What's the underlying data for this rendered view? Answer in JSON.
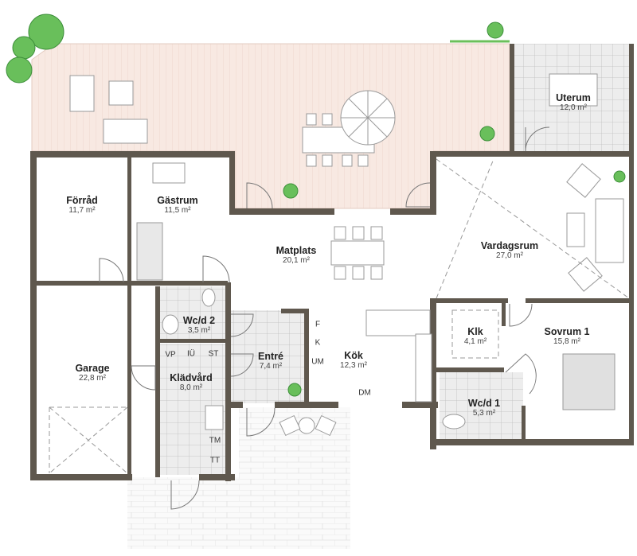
{
  "rooms": {
    "forrad": {
      "name": "Förråd",
      "area": "11,7 m²"
    },
    "gastrum": {
      "name": "Gästrum",
      "area": "11,5 m²"
    },
    "matplats": {
      "name": "Matplats",
      "area": "20,1 m²"
    },
    "vardagsrum": {
      "name": "Vardagsrum",
      "area": "27,0 m²"
    },
    "uterum": {
      "name": "Uterum",
      "area": "12,0 m²"
    },
    "wcd2": {
      "name": "Wc/d 2",
      "area": "3,5 m²"
    },
    "entre": {
      "name": "Entré",
      "area": "7,4 m²"
    },
    "kok": {
      "name": "Kök",
      "area": "12,3 m²"
    },
    "klk": {
      "name": "Klk",
      "area": "4,1 m²"
    },
    "sovrum1": {
      "name": "Sovrum 1",
      "area": "15,8 m²"
    },
    "garage": {
      "name": "Garage",
      "area": "22,8 m²"
    },
    "kladvard": {
      "name": "Klädvård",
      "area": "8,0 m²"
    },
    "wcd1": {
      "name": "Wc/d 1",
      "area": "5,3 m²"
    }
  },
  "fixtures": {
    "f": "F",
    "k": "K",
    "um": "UM",
    "dm": "DM",
    "vp": "VP",
    "iu": "IÜ",
    "st": "ST",
    "tm": "TM",
    "tt": "TT"
  },
  "colors": {
    "wall": "#5f584e",
    "terrace": "#f7e7e0",
    "tile": "#ececec",
    "tree": "#5cb85c"
  }
}
